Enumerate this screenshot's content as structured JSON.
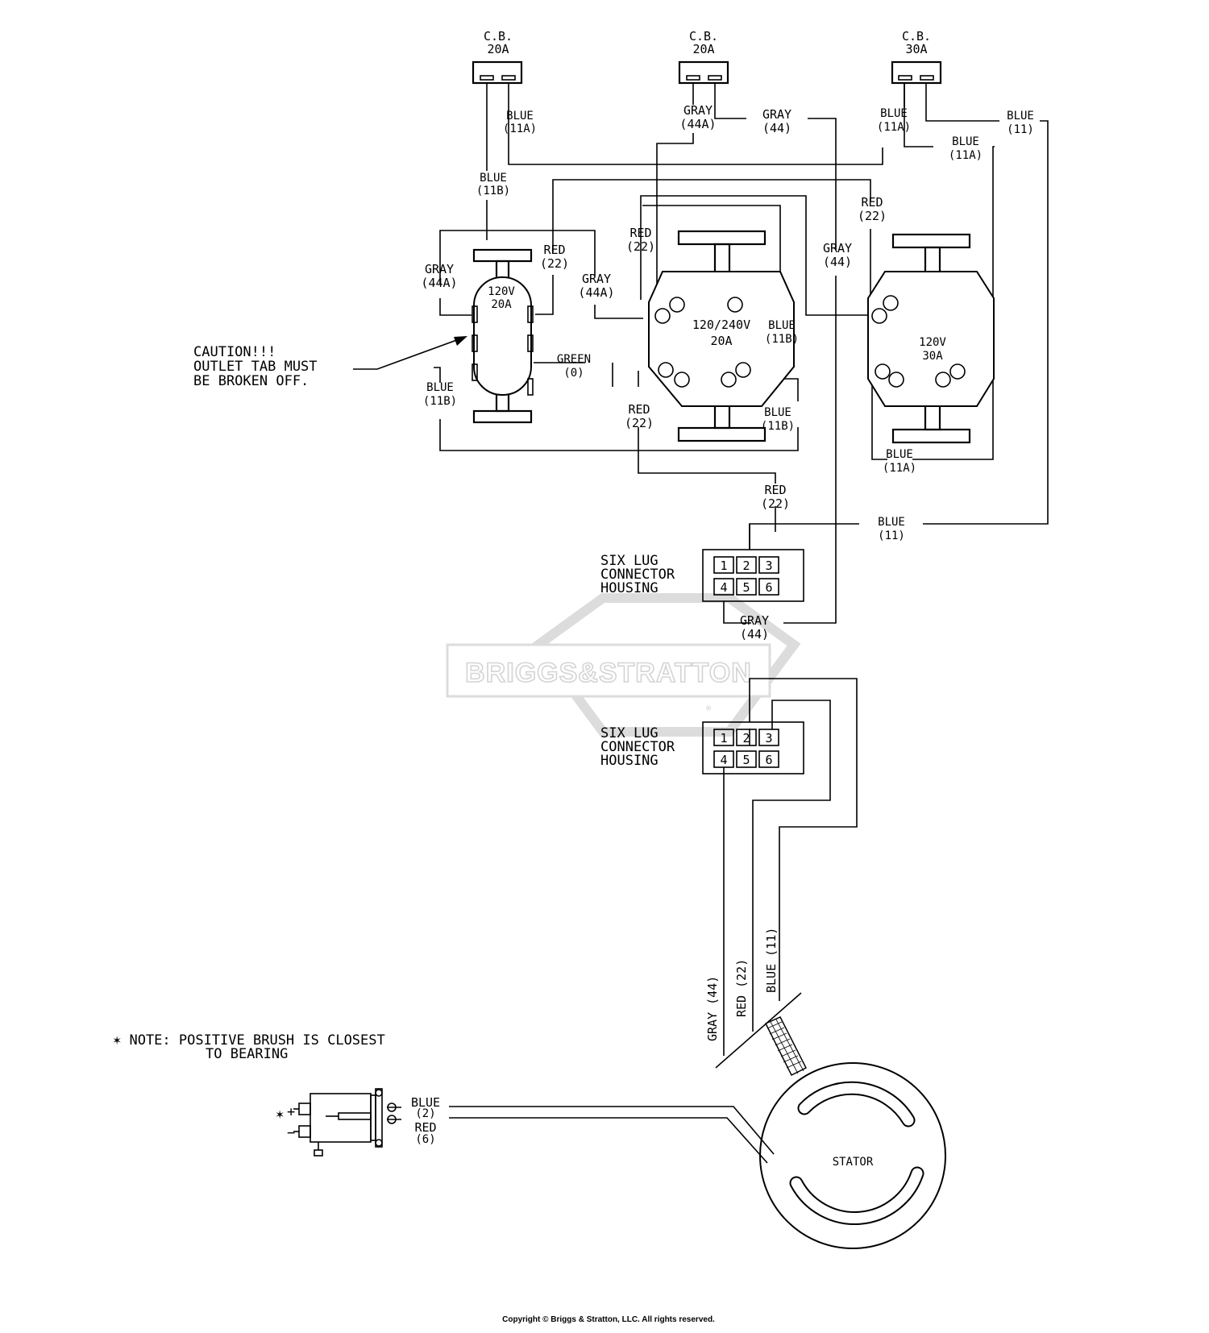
{
  "breakers": [
    {
      "title": "C.B.",
      "rating": "20A"
    },
    {
      "title": "C.B.",
      "rating": "20A"
    },
    {
      "title": "C.B.",
      "rating": "30A"
    }
  ],
  "wires": {
    "cb1_blue": [
      "BLUE",
      "(11A)"
    ],
    "cb1_blue_b": [
      "BLUE",
      "(11B)"
    ],
    "cb2_gray_a": [
      "GRAY",
      "(44A)"
    ],
    "cb2_gray": [
      "GRAY",
      "(44)"
    ],
    "cb3_blue_a": [
      "BLUE",
      "(11A)"
    ],
    "cb3_blue_a2": [
      "BLUE",
      "(11A)"
    ],
    "cb3_blue": [
      "BLUE",
      "(11)"
    ],
    "red_top": [
      "RED",
      "(22)"
    ],
    "gray_right": [
      "GRAY",
      "(44)"
    ],
    "o1_gray": [
      "GRAY",
      "(44A)"
    ],
    "o1_red": [
      "RED",
      "(22)"
    ],
    "o1_green": [
      "GREEN",
      "(0)"
    ],
    "o1_blue": [
      "BLUE",
      "(11B)"
    ],
    "o2_red": [
      "RED",
      "(22)"
    ],
    "o2_gray": [
      "GRAY",
      "(44A)"
    ],
    "o2_blue": [
      "BLUE",
      "(11B)"
    ],
    "o2_red_low": [
      "RED",
      "(22)"
    ],
    "o2_blue_low": [
      "BLUE",
      "(11B)"
    ],
    "o3_blue": [
      "BLUE",
      "(11A)"
    ],
    "conn_red": [
      "RED",
      "(22)"
    ],
    "conn_blue": [
      "BLUE",
      "(11)"
    ],
    "conn_gray": [
      "GRAY",
      "(44)"
    ],
    "harness_gray": "GRAY (44)",
    "harness_red": "RED (22)",
    "harness_blue": "BLUE (11)",
    "brush_blue": [
      "BLUE",
      "(2)"
    ],
    "brush_red": [
      "RED",
      "(6)"
    ]
  },
  "outlets": [
    {
      "rating": [
        "120V",
        "20A"
      ]
    },
    {
      "rating": [
        "120/240V",
        "20A"
      ]
    },
    {
      "rating": [
        "120V",
        "30A"
      ]
    }
  ],
  "caution": [
    "CAUTION!!!",
    "OUTLET TAB MUST",
    "BE BROKEN OFF."
  ],
  "connector_label": [
    "SIX LUG",
    "CONNECTOR",
    "HOUSING"
  ],
  "lugs": [
    "1",
    "2",
    "3",
    "4",
    "5",
    "6"
  ],
  "note": [
    "✶ NOTE: POSITIVE BRUSH IS CLOSEST",
    "TO BEARING"
  ],
  "brush": {
    "marker": "✶",
    "plus": "+",
    "minus": "−"
  },
  "stator_label": "STATOR",
  "watermark": "BRIGGS&STRATTON",
  "watermark_mark": "®",
  "copyright": "Copyright © Briggs & Stratton, LLC. All rights reserved."
}
